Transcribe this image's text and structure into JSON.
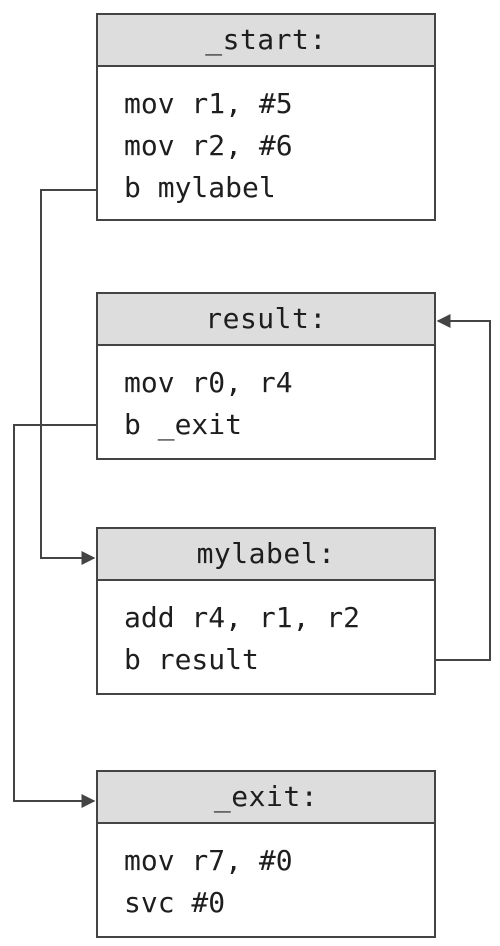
{
  "blocks": [
    {
      "id": "start",
      "label": "_start:",
      "lines": [
        "mov r1, #5",
        "mov r2, #6",
        "b mylabel"
      ]
    },
    {
      "id": "result",
      "label": "result:",
      "lines": [
        "mov r0, r4",
        "b _exit"
      ]
    },
    {
      "id": "mylabel",
      "label": "mylabel:",
      "lines": [
        "add r4, r1, r2",
        "b result"
      ]
    },
    {
      "id": "exit",
      "label": "_exit:",
      "lines": [
        "mov r7, #0",
        "svc #0"
      ]
    }
  ],
  "edges": [
    {
      "from": "start",
      "to": "mylabel",
      "via_line": "b mylabel"
    },
    {
      "from": "mylabel",
      "to": "result",
      "via_line": "b result"
    },
    {
      "from": "result",
      "to": "exit",
      "via_line": "b _exit"
    }
  ],
  "colors": {
    "header_fill": "#dddddd",
    "border": "#444444",
    "arrow": "#444444",
    "text": "#1e1e1e"
  }
}
